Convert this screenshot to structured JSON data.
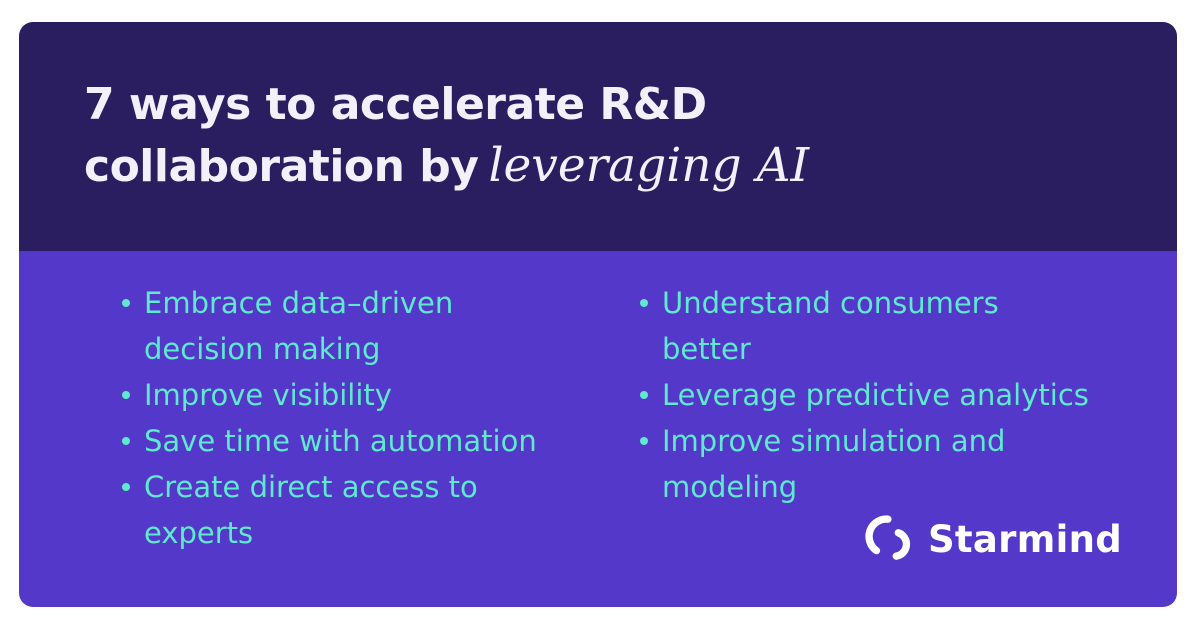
{
  "colors": {
    "page_background": "#ffffff",
    "header_background": "#2a1d60",
    "body_background": "#5438c9",
    "title_text": "#f3f0fa",
    "bullet_text": "#5fe9cf",
    "logo_text": "#ffffff"
  },
  "title": {
    "line1": "7 ways to accelerate R&D",
    "line2_regular": "collaboration by",
    "line2_italic": "leveraging AI"
  },
  "bullets": {
    "left": [
      [
        "Embrace data–driven",
        "decision making"
      ],
      [
        "Improve visibility"
      ],
      [
        "Save time with automation"
      ],
      [
        "Create direct access to",
        "experts"
      ]
    ],
    "right": [
      [
        "Understand consumers",
        "better"
      ],
      [
        "Leverage predictive analytics"
      ],
      [
        "Improve simulation and",
        "modeling"
      ]
    ]
  },
  "logo": {
    "brand_name": "Starmind"
  }
}
